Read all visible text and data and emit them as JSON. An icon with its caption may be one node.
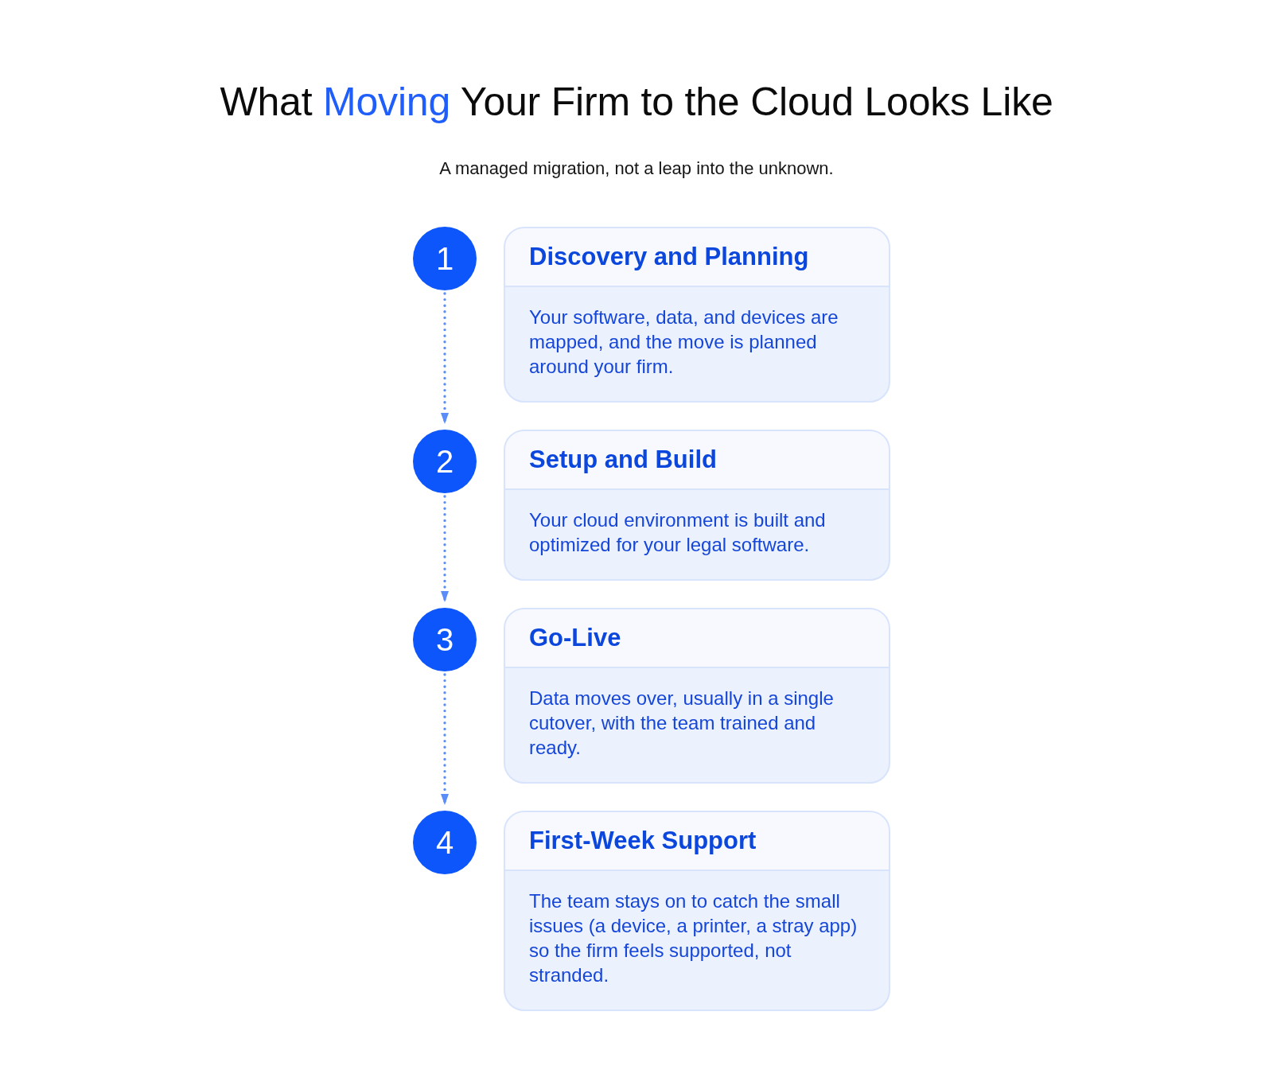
{
  "diagram": {
    "title": "What **Moving** Your Firm to the Cloud Looks Like",
    "nodes": [
      {
        "text": [
          "1"
        ]
      },
      {
        "text": [
          "Discovery and Planning",
          "Your software, data, and devices are mapped, and the move is planned around your firm."
        ]
      },
      {
        "text": [
          "2"
        ]
      },
      {
        "text": [
          "Setup and Build",
          "Your cloud environment is built and optimized for your legal software."
        ]
      },
      {
        "text": [
          "3"
        ]
      },
      {
        "text": [
          "Go-Live",
          "Data moves over, usually in a single cutover, with the team trained and ready."
        ]
      },
      {
        "text": [
          "4"
        ]
      },
      {
        "text": [
          "First-Week Support",
          "The team stays on to catch the small issues (a device, a printer, a stray app) so the firm feels supported, not stranded."
        ]
      }
    ],
    "edges": [
      {
        "from": 0,
        "to": 2,
        "arrow": "to",
        "style": "dashed"
      },
      {
        "from": 2,
        "to": 4,
        "arrow": "to",
        "style": "dashed"
      },
      {
        "from": 4,
        "to": 6,
        "arrow": "to",
        "style": "dashed"
      }
    ],
    "labels": [
      "A managed migration, not a leap into the unknown."
    ]
  }
}
